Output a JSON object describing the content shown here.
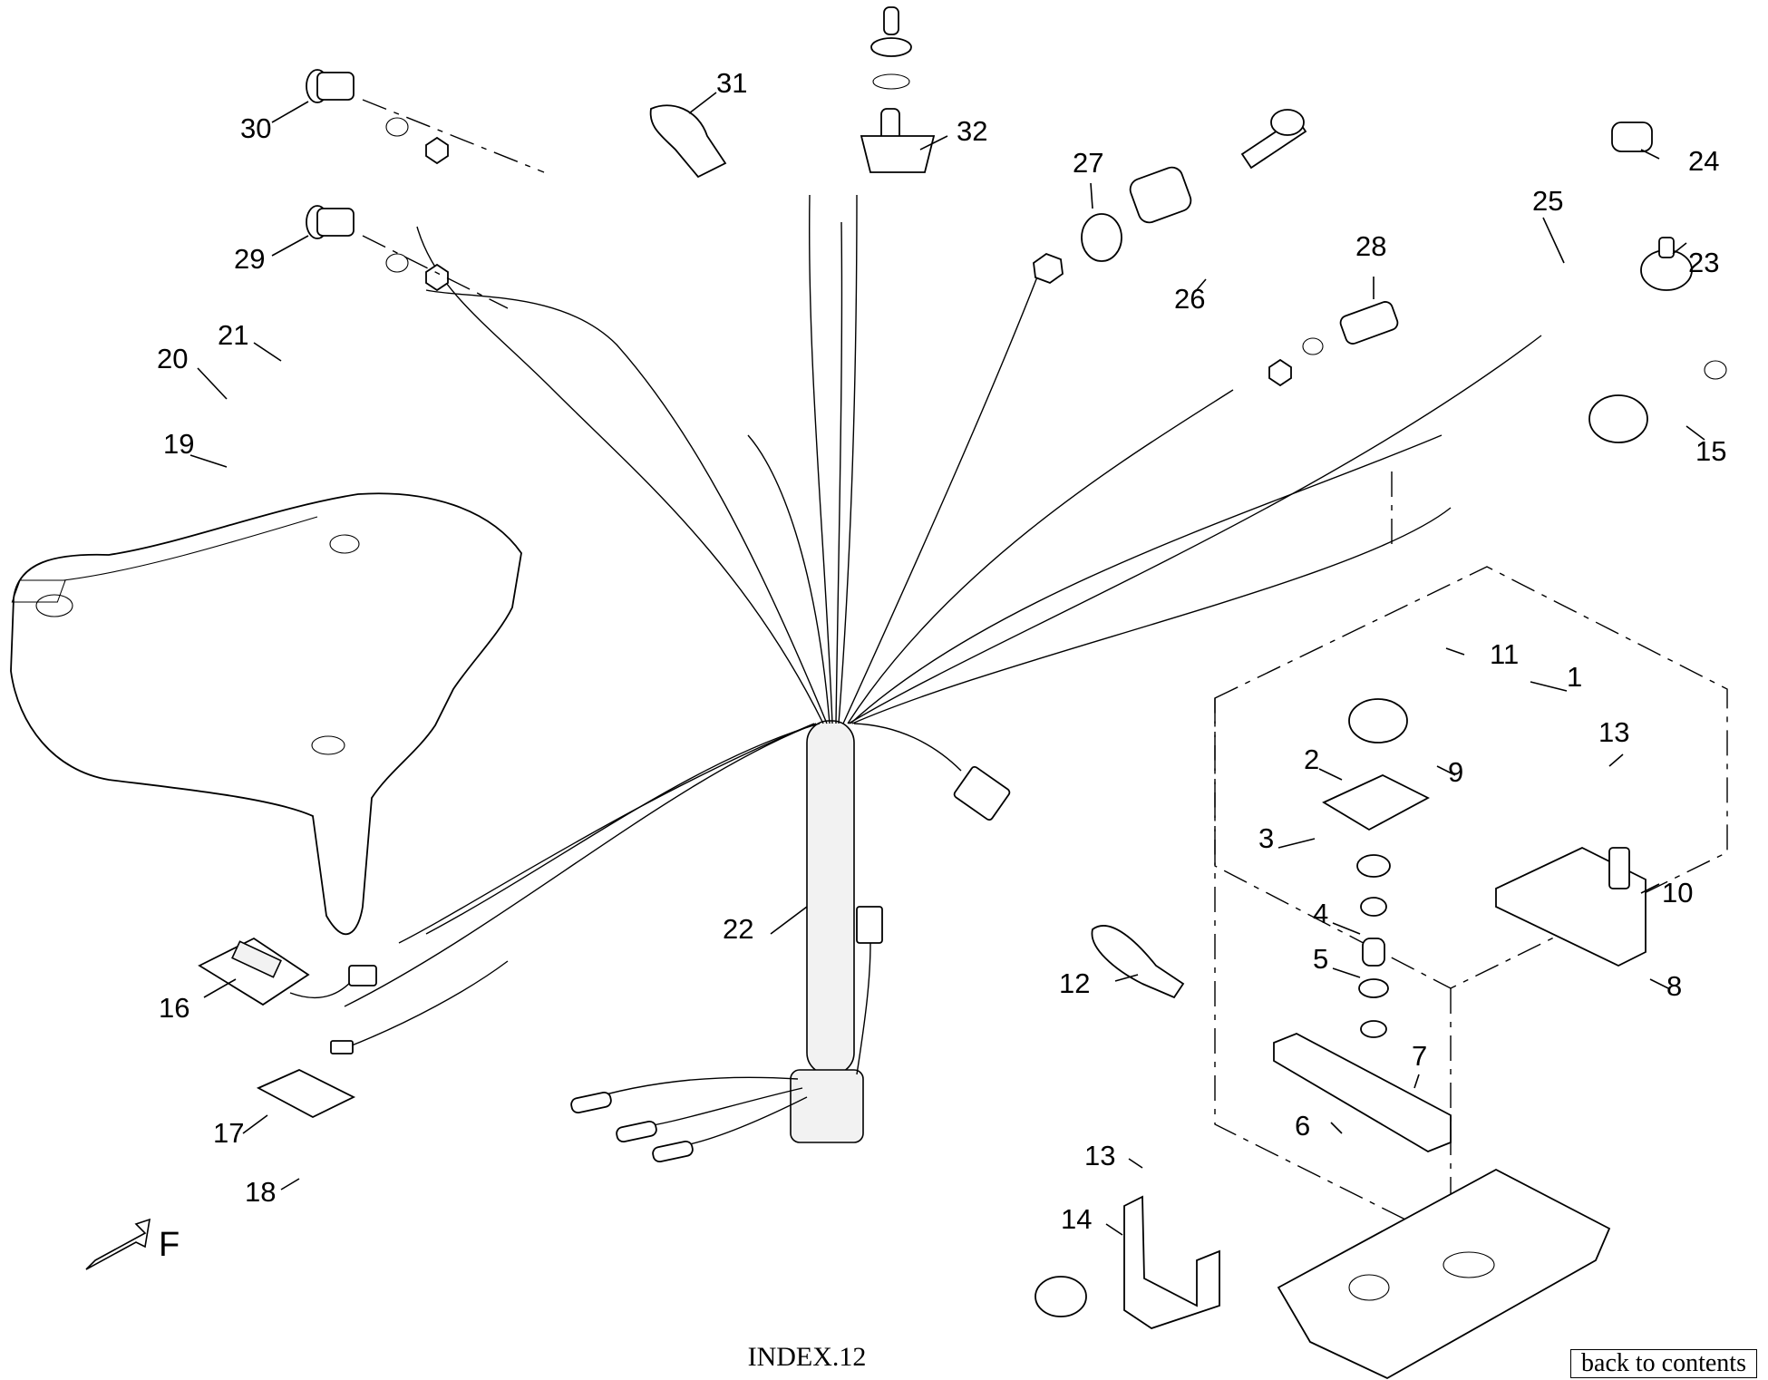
{
  "diagram": {
    "callouts": [
      "1",
      "2",
      "3",
      "4",
      "5",
      "6",
      "7",
      "8",
      "9",
      "10",
      "11",
      "12",
      "13",
      "13",
      "14",
      "15",
      "16",
      "17",
      "18",
      "19",
      "20",
      "21",
      "22",
      "23",
      "24",
      "25",
      "26",
      "27",
      "28",
      "29",
      "30",
      "31",
      "32"
    ],
    "direction_label": "F"
  },
  "footer": {
    "index_label": "INDEX.12",
    "back_link": "back to contents"
  }
}
